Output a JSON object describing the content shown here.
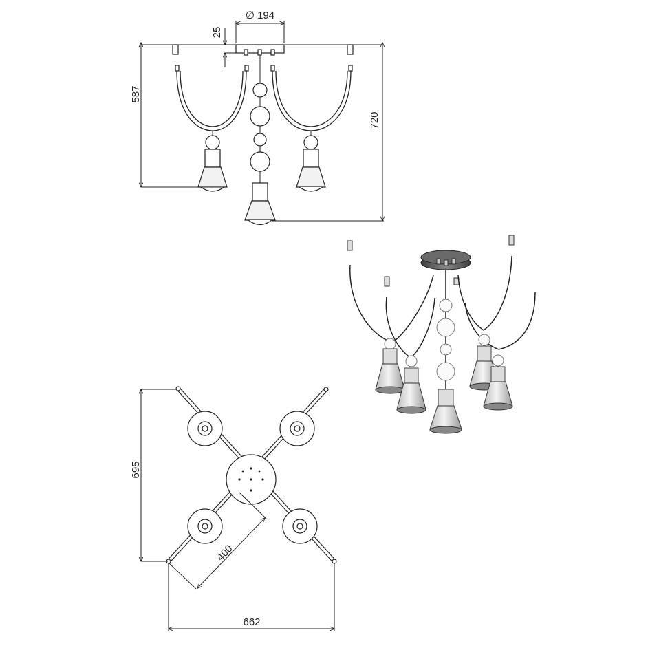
{
  "dimensions": {
    "canopy_diameter": "∅ 194",
    "canopy_height": "25",
    "body_height": "587",
    "total_height": "720",
    "depth": "695",
    "arm_length": "400",
    "width": "662"
  },
  "icons": {
    "side_view": "chandelier-side-view-drawing",
    "top_view": "chandelier-top-view-drawing",
    "iso_view": "chandelier-3d-render"
  },
  "colors": {
    "line": "#222222",
    "shade_fill": "#f2f2f2",
    "render_dark": "#555555"
  }
}
